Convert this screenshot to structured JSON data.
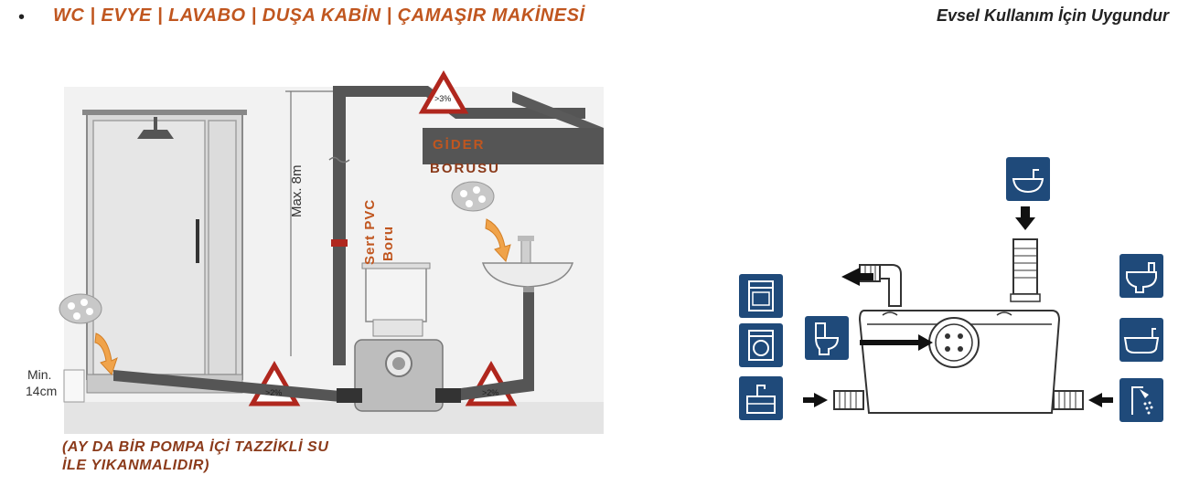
{
  "header": {
    "title": "WC | EVYE | LAVABO | DUŞA KABİN | ÇAMAŞIR MAKİNESİ",
    "right_note": "Evsel Kullanım  İçin Uygundur"
  },
  "left_diagram": {
    "max_height": "Max. 8m",
    "min_line1": "Min.",
    "min_line2": "14cm",
    "pipe_label_line1": "Sert PVC",
    "pipe_label_line2": "Boru",
    "drain_label_line1": "GİDER",
    "drain_label_line2": "BORUSU",
    "slope_top": ">3%",
    "slope_left": ">2%",
    "slope_right": ">2%",
    "note_line1": "(AY DA BİR POMPA İÇİ TAZZİKLİ SU",
    "note_line2": "İLE YIKANMALIDIR)"
  },
  "right_diagram": {
    "left_icons": [
      "dishwasher-icon",
      "washing-machine-icon",
      "kitchen-sink-icon"
    ],
    "right_icons": [
      "bidet-icon",
      "bathtub-icon",
      "shower-icon"
    ],
    "top_icon": "washbasin-icon",
    "center_icon": "toilet-icon"
  },
  "colors": {
    "accent": "#c0561f",
    "note": "#8b3a1a",
    "icon_tile": "#1f4a7a",
    "warning": "#b0271e",
    "pipe": "#5a5a5a"
  }
}
